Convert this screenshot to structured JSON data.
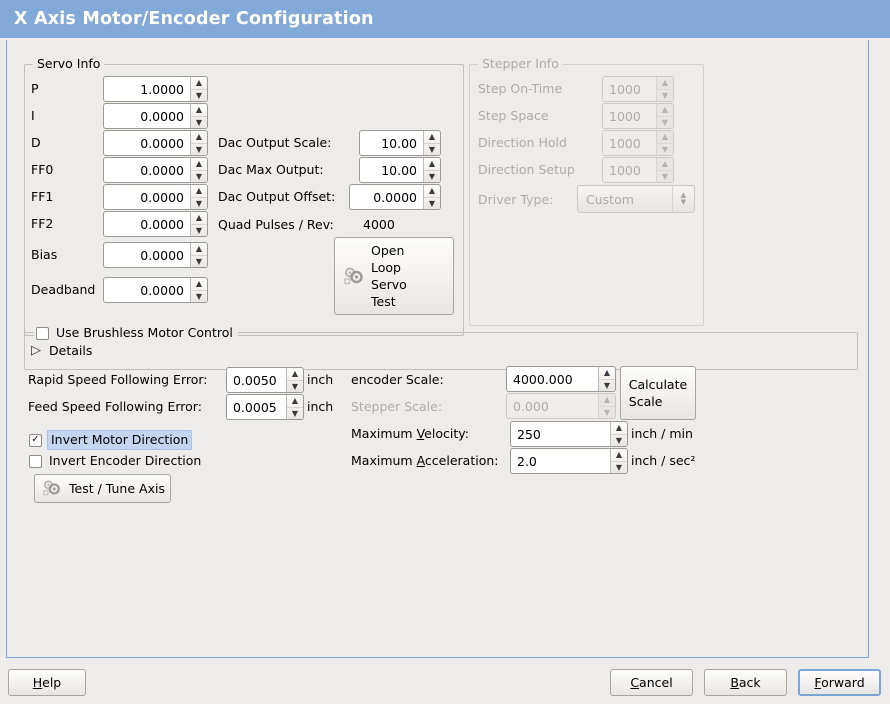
{
  "window": {
    "title": "X Axis Motor/Encoder Configuration",
    "accent": "#82a9d8",
    "background": "#edecea"
  },
  "servo_info": {
    "title": "Servo Info",
    "rows": [
      {
        "label": "P",
        "value": "1.0000"
      },
      {
        "label": "I",
        "value": "0.0000"
      },
      {
        "label": "D",
        "value": "0.0000"
      },
      {
        "label": "FF0",
        "value": "0.0000"
      },
      {
        "label": "FF1",
        "value": "0.0000"
      },
      {
        "label": "FF2",
        "value": "0.0000"
      },
      {
        "label": "Bias",
        "value": "0.0000"
      },
      {
        "label": "Deadband",
        "value": "0.0000"
      }
    ],
    "dac": [
      {
        "label": "Dac Output Scale:",
        "value": "10.00"
      },
      {
        "label": "Dac Max Output:",
        "value": "10.00"
      },
      {
        "label": "Dac Output Offset:",
        "value": "0.0000"
      }
    ],
    "quad_pulses_label": "Quad Pulses / Rev:",
    "quad_pulses_value": "4000",
    "open_loop_button": {
      "icon": "gears-icon",
      "line1": "Open",
      "line2": "Loop",
      "line3": "Servo",
      "line4": "Test"
    }
  },
  "stepper_info": {
    "title": "Stepper Info",
    "enabled": false,
    "rows": [
      {
        "label": "Step On-Time",
        "value": "1000"
      },
      {
        "label": "Step Space",
        "value": "1000"
      },
      {
        "label": "Direction Hold",
        "value": "1000"
      },
      {
        "label": "Direction Setup",
        "value": "1000"
      }
    ],
    "driver_type_label": "Driver Type:",
    "driver_type_value": "Custom"
  },
  "brushless": {
    "checkbox_label": "Use Brushless Motor Control",
    "checked": false,
    "details_label": "Details",
    "details_expanded": false
  },
  "tuning": {
    "rapid_label": "Rapid Speed Following Error:",
    "rapid_value": "0.0050",
    "rapid_unit": "inch",
    "feed_label": "Feed Speed Following Error:",
    "feed_value": "0.0005",
    "feed_unit": "inch",
    "invert_motor_label": "Invert Motor Direction",
    "invert_motor_checked": true,
    "invert_encoder_label": "Invert Encoder Direction",
    "invert_encoder_checked": false,
    "test_tune_button": "Test / Tune Axis"
  },
  "scales": {
    "encoder_label": "encoder Scale:",
    "encoder_value": "4000.000",
    "stepper_label": "Stepper Scale:",
    "stepper_value": "0.000",
    "stepper_enabled": false,
    "calculate_line1": "Calculate",
    "calculate_line2": "Scale",
    "max_velocity_label_pre": "Maximum ",
    "max_velocity_label_mn": "V",
    "max_velocity_label_post": "elocity:",
    "max_velocity_value": "250",
    "max_velocity_unit": "inch / min",
    "max_accel_label_pre": "Maximum ",
    "max_accel_label_mn": "A",
    "max_accel_label_post": "cceleration:",
    "max_accel_value": "2.0",
    "max_accel_unit": "inch / sec²"
  },
  "actions": {
    "help_mn": "H",
    "help_rest": "elp",
    "cancel_mn": "C",
    "cancel_rest": "ancel",
    "back_mn": "B",
    "back_rest": "ack",
    "forward_mn": "F",
    "forward_rest": "orward"
  }
}
